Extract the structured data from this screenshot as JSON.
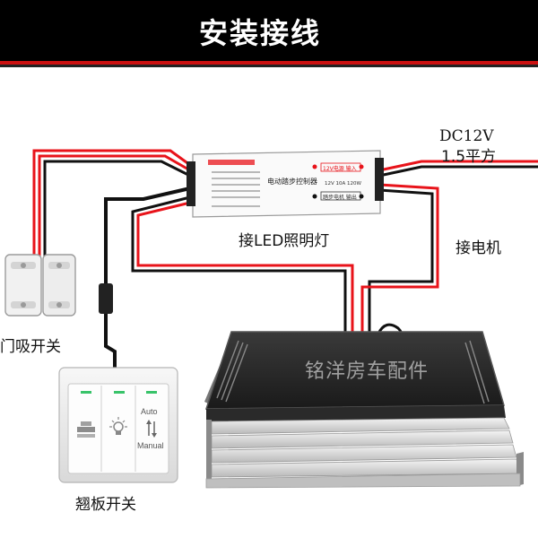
{
  "header": {
    "title": "安装接线"
  },
  "labels": {
    "power_spec_line1": "DC12V",
    "power_spec_line2": "1.5平方",
    "led_label": "接LED照明灯",
    "motor_label": "接电机",
    "door_switch_label": "门吸开关",
    "panel_switch_label": "翘板开关"
  },
  "controller": {
    "name": "电动踏步控制器",
    "power_in_tag": "12V电源 输入",
    "spec_text": "12V 10A 120W",
    "motor_out_tag": "踏步电机 输出"
  },
  "panel_switch": {
    "auto_label": "Auto",
    "manual_label": "Manual"
  },
  "watermark": "铭洋房车配件",
  "colors": {
    "wire_red": "#e8131a",
    "wire_black": "#111111",
    "header_bg": "#000000",
    "accent": "#cc1111"
  }
}
